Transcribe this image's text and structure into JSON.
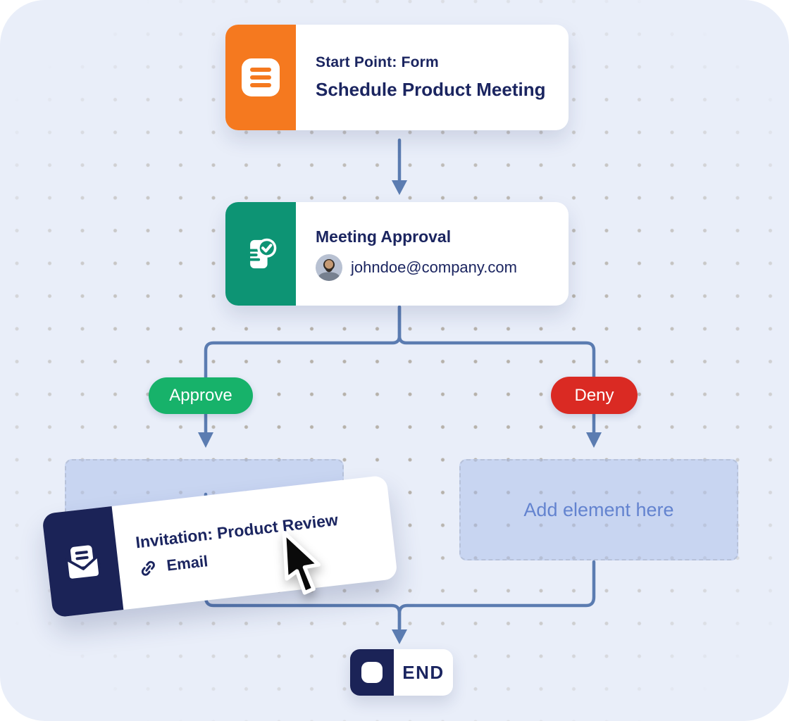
{
  "colors": {
    "canvas_background": "#e9eef9",
    "connector": "#5b7cb1",
    "text_navy": "#1b2560",
    "start_accent_orange": "#f5791f",
    "approval_accent_green": "#0d9474",
    "invitation_accent_navy": "#1b2357",
    "approve_pill_green": "#17b26a",
    "deny_pill_red": "#da2a23",
    "drop_zone_fill": "#ccd7f0",
    "drop_zone_text": "#6383cf"
  },
  "nodes": {
    "start": {
      "kind_label": "Start Point: Form",
      "title": "Schedule Product Meeting",
      "icon": "form-icon"
    },
    "approval": {
      "title": "Meeting Approval",
      "assignee_email": "johndoe@company.com",
      "icon": "approval-check-icon",
      "avatar": "bearded-man-photo"
    },
    "invitation": {
      "title": "Invitation: Product Review",
      "channel": "Email",
      "icon": "envelope-icon",
      "channel_icon": "link-icon"
    },
    "end": {
      "label": "END",
      "icon": "stop-square-icon"
    }
  },
  "branches": {
    "approve": {
      "label": "Approve"
    },
    "deny": {
      "label": "Deny"
    }
  },
  "drop_zone": {
    "label": "Add element here"
  }
}
